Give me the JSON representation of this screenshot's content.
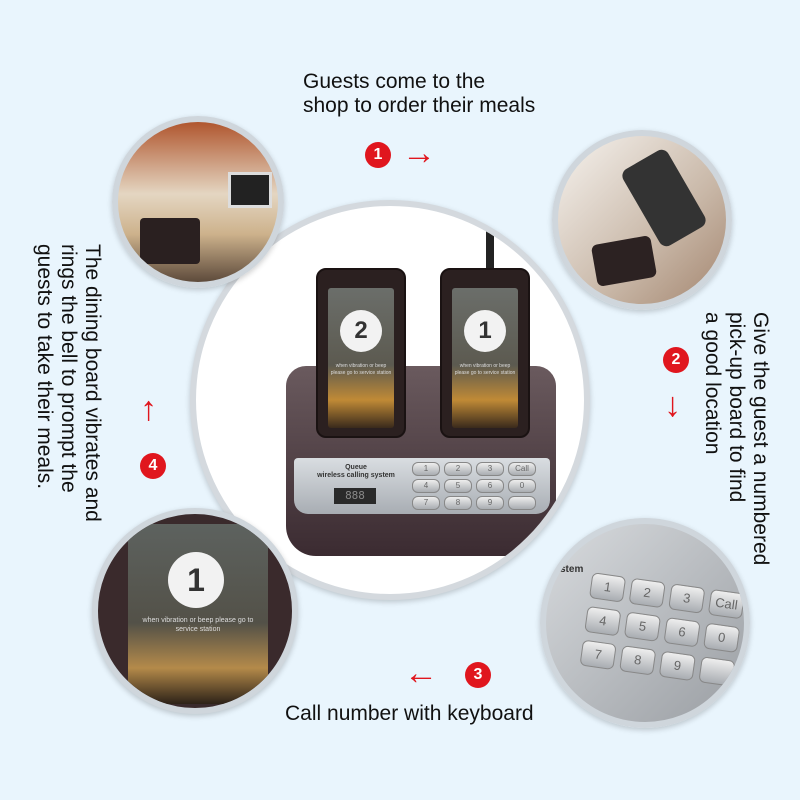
{
  "steps": [
    {
      "number": "1",
      "caption_lines": [
        "Guests come to the",
        "shop to order their meals"
      ]
    },
    {
      "number": "2",
      "caption_lines": [
        "Give the guest a numbered",
        "pick-up board to find",
        "a good location"
      ]
    },
    {
      "number": "3",
      "caption_lines": [
        "Call number with keyboard"
      ]
    },
    {
      "number": "4",
      "caption_lines": [
        "The dining board vibrates and",
        "rings the bell to prompt the",
        "guests to take their meals."
      ]
    }
  ],
  "device": {
    "brand_line1": "Queue",
    "brand_line2": "wireless calling system",
    "display": "888",
    "pager_left_number": "2",
    "pager_right_number": "1",
    "pager_message": "when vibration or beep please go to service station",
    "keys": [
      "1",
      "2",
      "3",
      "Call",
      "4",
      "5",
      "6",
      "0",
      "7",
      "8",
      "9",
      ""
    ]
  },
  "closeup_pager_number": "1",
  "closeup_keypad_label": "stem",
  "colors": {
    "background": "#e9f5fd",
    "accent": "#e0161e"
  }
}
